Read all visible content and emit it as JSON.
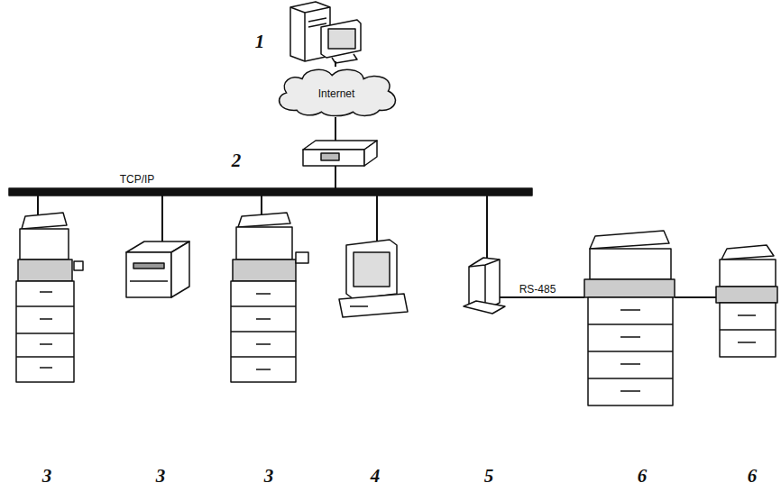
{
  "diagram": {
    "nodes": [
      {
        "text": [
          "Internet"
        ]
      }
    ],
    "labels": [
      "1",
      "2",
      "TCP/IP",
      "3",
      "3",
      "3",
      "4",
      "5",
      "RS-485",
      "6",
      "6"
    ]
  }
}
